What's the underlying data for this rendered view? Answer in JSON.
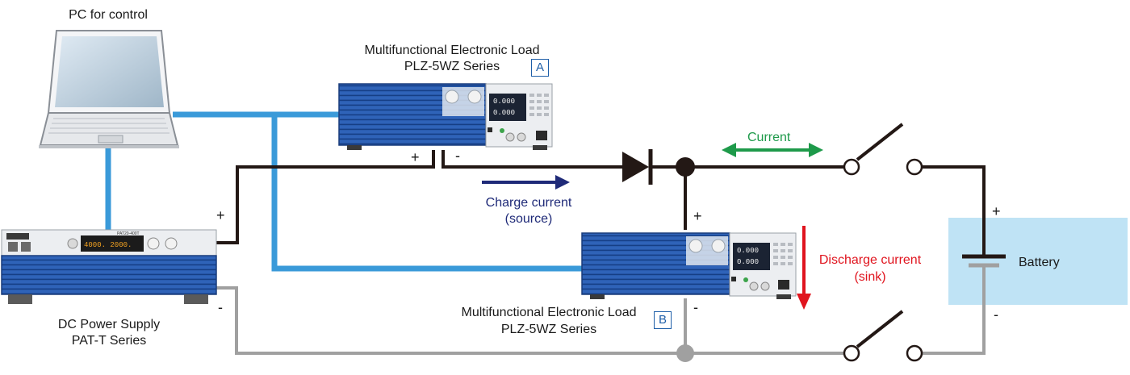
{
  "pc": {
    "label": "PC for control"
  },
  "load_a": {
    "title": "Multifunctional Electronic Load",
    "series": "PLZ-5WZ Series",
    "tag": "A"
  },
  "load_b": {
    "title": "Multifunctional Electronic Load",
    "series": "PLZ-5WZ Series",
    "tag": "B"
  },
  "power_supply": {
    "title": "DC Power Supply",
    "series": "PAT-T Series",
    "model_text": "PAT20-400T"
  },
  "battery": {
    "label": "Battery"
  },
  "arrows": {
    "current": "Current",
    "charge_current": "Charge current",
    "charge_source": "(source)",
    "discharge_current": "Discharge current",
    "discharge_sink": "(sink)"
  },
  "polarity": {
    "plus": "+",
    "minus": "-"
  },
  "load_display": {
    "line1": "0.000",
    "line2": "0.000"
  },
  "colors": {
    "cable_blue": "#3a9ad9",
    "wire_black": "#231815",
    "wire_gray": "#a0a0a0",
    "device_blue": "#2f63b8",
    "current_green": "#1e9a4a",
    "charge_navy": "#1f2a78",
    "discharge_red": "#e0141e",
    "battery_fill": "#bfe3f5",
    "tag_blue": "#1f5fa8"
  }
}
